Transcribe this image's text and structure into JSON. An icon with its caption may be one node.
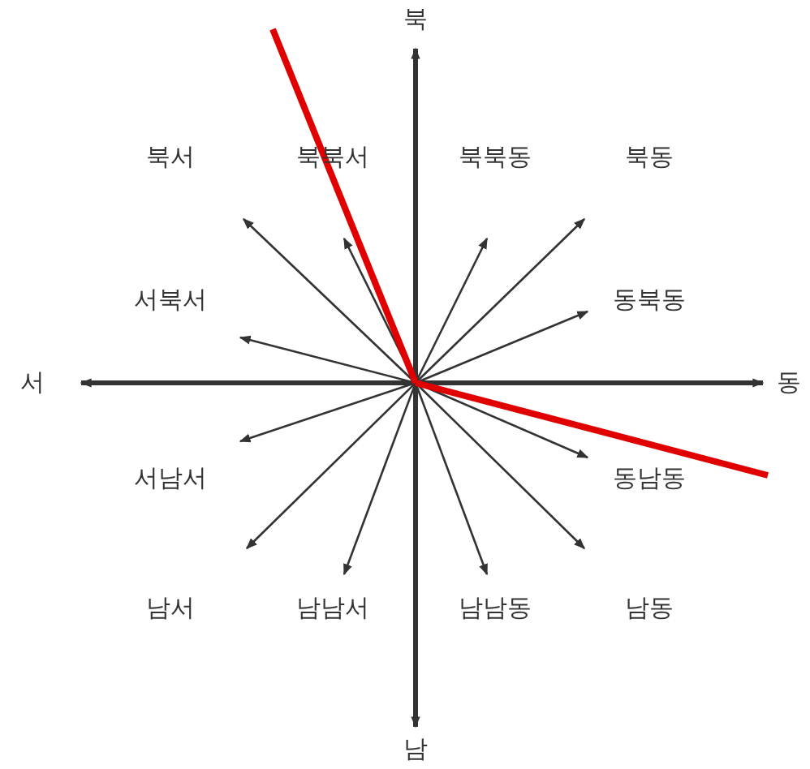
{
  "diagram": {
    "labels": [
      "북",
      "북서",
      "북북서",
      "북북동",
      "북동",
      "서북서",
      "동북동",
      "서",
      "동",
      "서남서",
      "동남동",
      "남서",
      "남남서",
      "남남동",
      "남동",
      "남"
    ]
  }
}
